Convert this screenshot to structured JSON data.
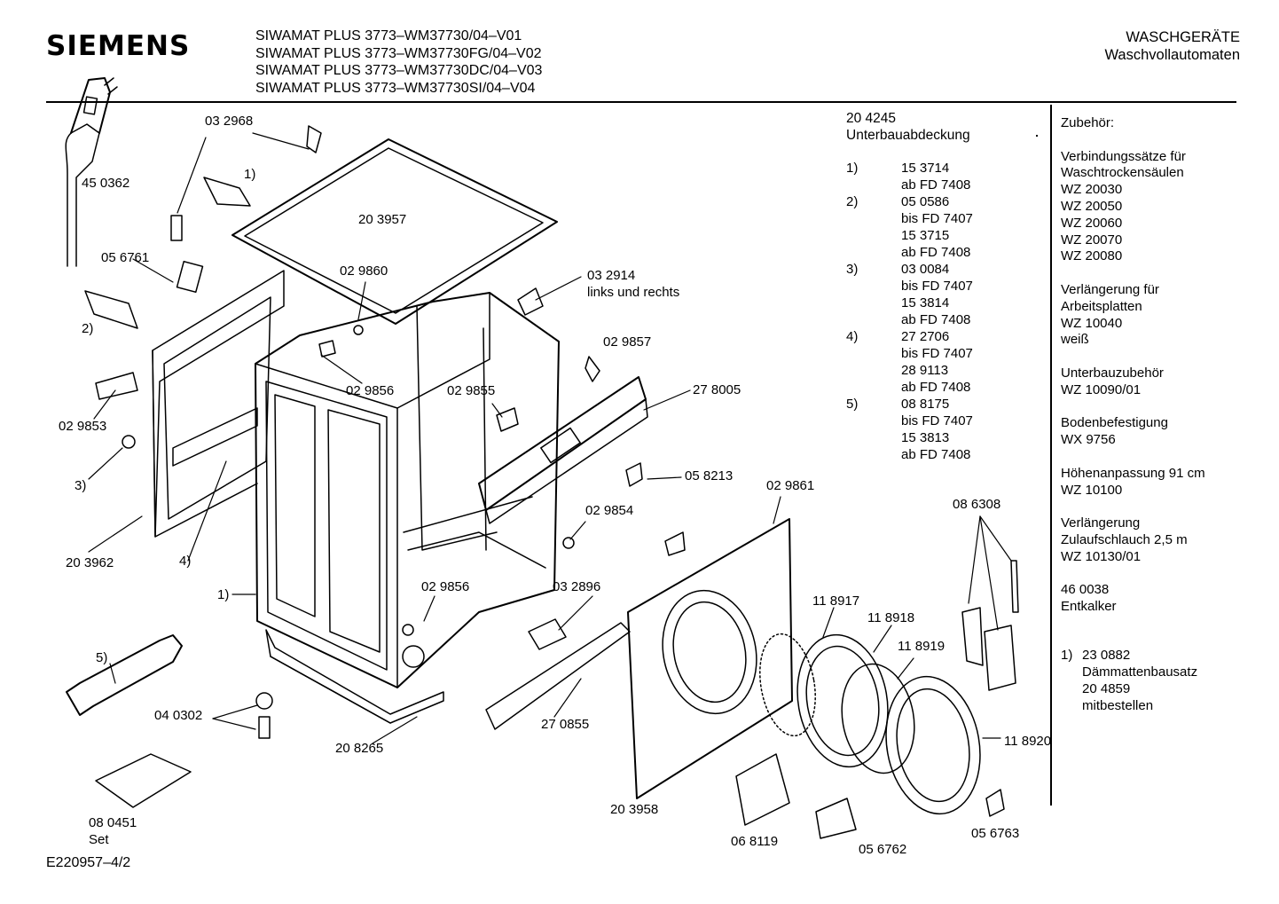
{
  "brand": "SIEMENS",
  "models": [
    "SIWAMAT PLUS 3773–WM37730/04–V01",
    "SIWAMAT PLUS 3773–WM37730FG/04–V02",
    "SIWAMAT PLUS 3773–WM37730DC/04–V03",
    "SIWAMAT PLUS 3773–WM37730SI/04–V04"
  ],
  "category": {
    "line1": "WASCHGERÄTE",
    "line2": "Waschvollautomaten"
  },
  "cover": {
    "part": "20 4245",
    "name": "Unterbauabdeckung"
  },
  "variant_notes": [
    {
      "key": "1)",
      "lines": [
        "15 3714",
        "ab FD 7408"
      ]
    },
    {
      "key": "2)",
      "lines": [
        "05 0586",
        "bis FD 7407",
        "15 3715",
        "ab FD 7408"
      ]
    },
    {
      "key": "3)",
      "lines": [
        "03 0084",
        "bis FD 7407",
        "15 3814",
        "ab FD 7408"
      ]
    },
    {
      "key": "4)",
      "lines": [
        "27 2706",
        "bis FD 7407",
        "28 9113",
        "ab FD 7408"
      ]
    },
    {
      "key": "5)",
      "lines": [
        "08 8175",
        "bis FD 7407",
        "15 3813",
        "ab FD 7408"
      ]
    }
  ],
  "accessories": {
    "heading": "Zubehör:",
    "groups": [
      [
        "Verbindungssätze für",
        "Waschtrockensäulen",
        "WZ 20030",
        "WZ 20050",
        "WZ 20060",
        "WZ 20070",
        "WZ 20080"
      ],
      [
        "Verlängerung für",
        "Arbeitsplatten",
        "WZ 10040",
        "weiß"
      ],
      [
        "Unterbauzubehör",
        "WZ 10090/01"
      ],
      [
        "Bodenbefestigung",
        "WX 9756"
      ],
      [
        "Höhenanpassung 91 cm",
        "WZ 10100"
      ],
      [
        "Verlängerung",
        "Zulaufschlauch 2,5 m",
        "WZ 10130/01"
      ],
      [
        "46 0038",
        "Entkalker"
      ]
    ],
    "note": {
      "key": "1)",
      "lines": [
        "23 0882",
        "Dämmattenbausatz",
        "20 4859",
        "mitbestellen"
      ]
    }
  },
  "footer": "E220957–4/2",
  "labels": [
    {
      "id": "p-032968",
      "text": "03 2968"
    },
    {
      "id": "p-note1-top",
      "text": "1)"
    },
    {
      "id": "p-450362",
      "text": "45 0362"
    },
    {
      "id": "p-203957",
      "text": "20 3957"
    },
    {
      "id": "p-056761",
      "text": "05 6761"
    },
    {
      "id": "p-029860",
      "text": "02 9860"
    },
    {
      "id": "p-032914",
      "text": "03 2914"
    },
    {
      "id": "p-032914b",
      "text": "links und rechts"
    },
    {
      "id": "p-note2",
      "text": "2)"
    },
    {
      "id": "p-029857",
      "text": "02 9857"
    },
    {
      "id": "p-029856a",
      "text": "02 9856"
    },
    {
      "id": "p-029855",
      "text": "02 9855"
    },
    {
      "id": "p-278005",
      "text": "27 8005"
    },
    {
      "id": "p-029853",
      "text": "02 9853"
    },
    {
      "id": "p-058213",
      "text": "05 8213"
    },
    {
      "id": "p-note3",
      "text": "3)"
    },
    {
      "id": "p-029861",
      "text": "02 9861"
    },
    {
      "id": "p-086308",
      "text": "08 6308"
    },
    {
      "id": "p-029854",
      "text": "02 9854"
    },
    {
      "id": "p-203962",
      "text": "20 3962"
    },
    {
      "id": "p-note4",
      "text": "4)"
    },
    {
      "id": "p-note1-cab",
      "text": "1)"
    },
    {
      "id": "p-029856b",
      "text": "02 9856"
    },
    {
      "id": "p-032896",
      "text": "03 2896"
    },
    {
      "id": "p-118917",
      "text": "11 8917"
    },
    {
      "id": "p-118918",
      "text": "11 8918"
    },
    {
      "id": "p-118919",
      "text": "11 8919"
    },
    {
      "id": "p-note5",
      "text": "5)"
    },
    {
      "id": "p-040302",
      "text": "04 0302"
    },
    {
      "id": "p-270855",
      "text": "27 0855"
    },
    {
      "id": "p-118920",
      "text": "11 8920"
    },
    {
      "id": "p-208265",
      "text": "20 8265"
    },
    {
      "id": "p-203958",
      "text": "20 3958"
    },
    {
      "id": "p-056763",
      "text": "05 6763"
    },
    {
      "id": "p-080451",
      "text": "08  0451"
    },
    {
      "id": "p-set",
      "text": "Set"
    },
    {
      "id": "p-068119",
      "text": "06 8119"
    },
    {
      "id": "p-056762",
      "text": "05 6762"
    }
  ]
}
